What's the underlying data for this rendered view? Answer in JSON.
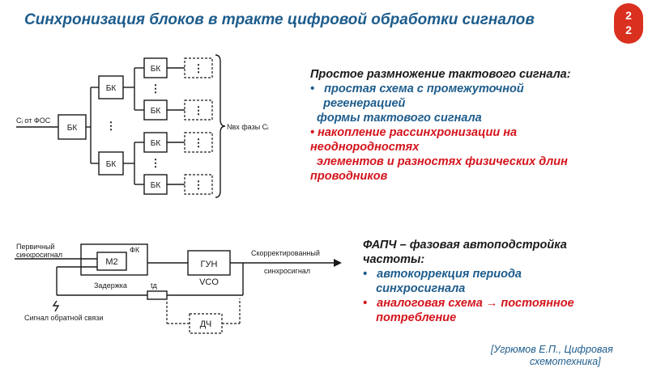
{
  "slide": {
    "title": "Синхронизация блоков в тракте цифровой обработки сигналов",
    "badge": [
      "2",
      "2"
    ]
  },
  "section1": {
    "heading": "Простое размножение тактового сигнала:",
    "bullet1_lines": [
      "•   простая схема с промежуточной",
      "    регенерацией",
      "  формы тактового сигнала"
    ],
    "bullet2_lines": [
      "• накопление рассинхронизации на",
      "неоднородностях",
      "  элементов и разностях физических длин",
      "проводников"
    ]
  },
  "section2": {
    "heading_lines": [
      "ФАПЧ – фазовая автоподстройка",
      "частоты:"
    ],
    "bullet1_lines": [
      "•   автокоррекция периода",
      "    синхросигнала"
    ],
    "bullet2_lines": [
      "•   аналоговая схема → постоянное",
      "    потребление"
    ]
  },
  "reference_lines": [
    "[Угрюмов Е.П., Цифровая",
    "схемотехника]"
  ],
  "diagram1": {
    "input_label": "Cᵢ от ФОС",
    "block_label": "БК",
    "ellipsis": "⋮",
    "output_label": "Nвх фазы Cᵢ"
  },
  "diagram2": {
    "primary_label_lines": [
      "Первичный",
      "синхросигнал"
    ],
    "fk_label": "ФК",
    "m2_label": "М2",
    "gun_label": "ГУН",
    "vco_label": "VCO",
    "output_label_lines": [
      "Скорректированный",
      "синхросигнал"
    ],
    "delay_label": "Задержка",
    "td_label": "tд",
    "feedback_label": "Сигнал обратной связи",
    "dch_label": "ДЧ"
  }
}
